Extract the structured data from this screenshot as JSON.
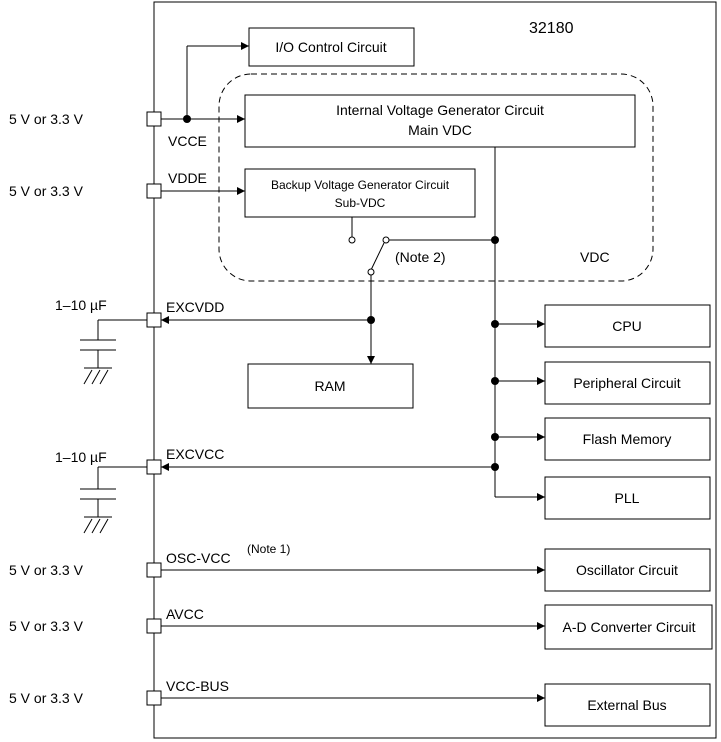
{
  "chip": {
    "title": "32180"
  },
  "external": {
    "supply_vcce": "5 V or 3.3 V",
    "supply_vdde": "5 V or 3.3 V",
    "cap_excvdd": "1–10 µF",
    "cap_excvcc": "1–10 µF",
    "supply_osc": "5 V or 3.3 V",
    "supply_avcc": "5 V or 3.3 V",
    "supply_bus": "5 V or 3.3 V"
  },
  "pins": {
    "vcce": "VCCE",
    "vdde": "VDDE",
    "excvdd": "EXCVDD",
    "excvcc": "EXCVCC",
    "osc_vcc": "OSC-VCC",
    "osc_vcc_note": "(Note 1)",
    "avcc": "AVCC",
    "vcc_bus": "VCC-BUS"
  },
  "blocks": {
    "io_control": "I/O Control Circuit",
    "main_vdc_line1": "Internal Voltage Generator Circuit",
    "main_vdc_line2": "Main VDC",
    "backup_line1": "Backup Voltage Generator Circuit",
    "backup_line2": "Sub-VDC",
    "vdc_label": "VDC",
    "switch_note": "(Note 2)",
    "ram": "RAM",
    "cpu": "CPU",
    "peripheral": "Peripheral Circuit",
    "flash": "Flash Memory",
    "pll": "PLL",
    "oscillator": "Oscillator Circuit",
    "adc": "A-D Converter Circuit",
    "external_bus": "External Bus"
  }
}
